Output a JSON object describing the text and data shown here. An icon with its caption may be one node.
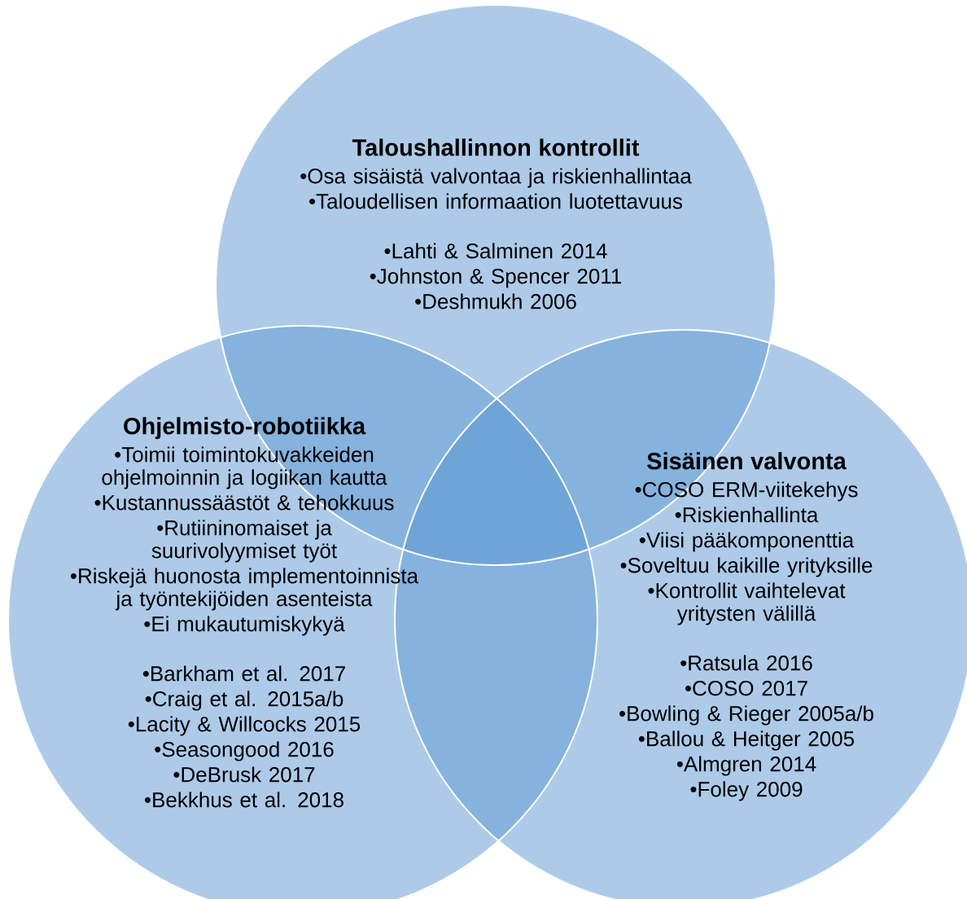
{
  "diagram": {
    "nodes": [
      {
        "text": [
          "Taloushallinnon kontrollit",
          "•Osa sisäistä valvontaa ja riskienhallintaa",
          "•Taloudellisen informaation luotettavuus",
          "•Lahti & Salminen 2014",
          "•Johnston & Spencer 2011",
          "•Deshmukh 2006"
        ]
      },
      {
        "text": [
          "Ohjelmisto-robotiikka",
          "•Toimii toimintokuvakkeiden ohjelmoinnin ja logiikan kautta",
          "•Kustannussäästöt & tehokkuus",
          "•Rutiininomaiset ja suurivolyymiset työt",
          "•Riskejä huonosta implementoinnista ja työntekijöiden asenteista",
          "•Ei mukautumiskykyä",
          "•Barkham et al. 2017",
          "•Craig et al. 2015a/b",
          "•Lacity & Willcocks 2015",
          "•Seasongood 2016",
          "•DeBrusk 2017",
          "•Bekkhus et al. 2018"
        ]
      },
      {
        "text": [
          "Sisäinen valvonta",
          "•COSO ERM-viitekehys",
          "•Riskienhallinta",
          "•Viisi pääkomponenttia",
          "•Soveltuu kaikille yrityksille",
          "•Kontrollit vaihtelevat yritysten välillä",
          "•Ratsula 2016",
          "•COSO 2017",
          "•Bowling & Rieger 2005a/b",
          "•Ballou & Heitger 2005",
          "•Almgren 2014",
          "•Foley 2009"
        ]
      }
    ]
  }
}
